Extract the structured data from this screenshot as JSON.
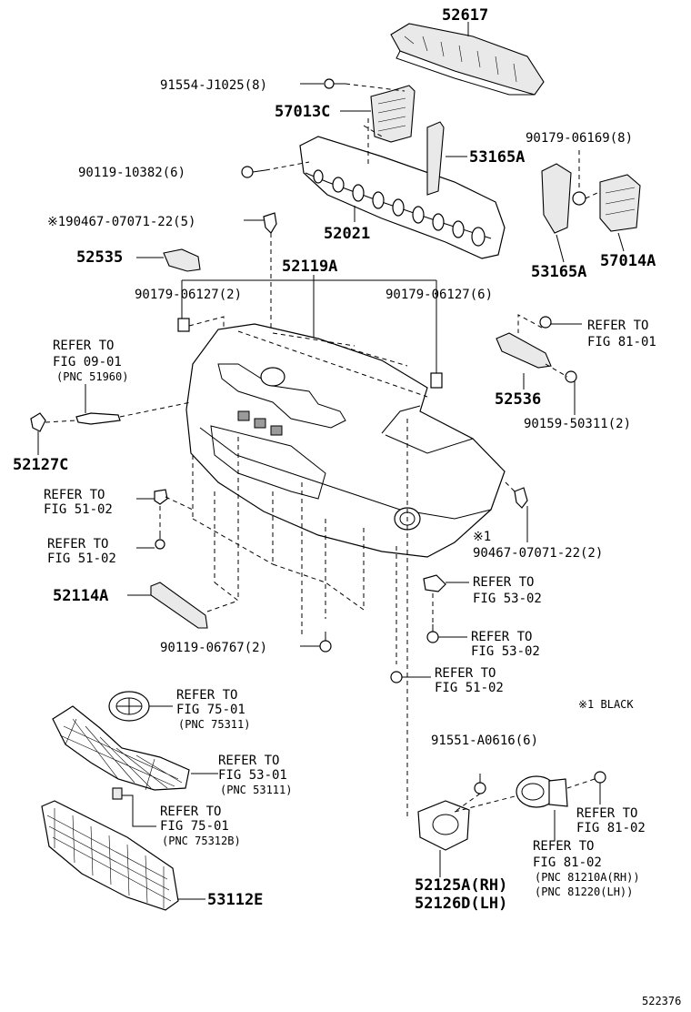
{
  "parts": {
    "p52617": "52617",
    "p91554": "91554-J1025(8)",
    "p57013c": "57013C",
    "p53165a_top": "53165A",
    "p90179_06169": "90179-06169(8)",
    "p90119_10382": "90119-10382(6)",
    "p90467_top": "※190467-07071-22(5)",
    "p52021": "52021",
    "p52535": "52535",
    "p52119a": "52119A",
    "p53165a_right": "53165A",
    "p57014a": "57014A",
    "p90179_06127_l": "90179-06127(2)",
    "p90179_06127_r": "90179-06127(6)",
    "p52536": "52536",
    "p90159": "90159-50311(2)",
    "p52127c": "52127C",
    "p90467_r": "90467-07071-22(2)",
    "p52114a": "52114A",
    "p90119_06767": "90119-06767(2)",
    "p91551": "91551-A0616(6)",
    "p53112e": "53112E",
    "p52125a": "52125A(RH)",
    "p52126d": "52126D(LH)",
    "mark_r": "※1"
  },
  "refs": {
    "r1_l1": "REFER TO",
    "r1_l2": "FIG 09-01",
    "r1_l3": "(PNC 51960)",
    "r2_l1": "REFER TO",
    "r2_l2": "FIG 81-01",
    "r3_l1": "REFER TO",
    "r3_l2": "FIG 51-02",
    "r4_l1": "REFER TO",
    "r4_l2": "FIG 51-02",
    "r5_l1": "REFER TO",
    "r5_l2": "FIG 53-02",
    "r6_l1": "REFER TO",
    "r6_l2": "FIG 53-02",
    "r7_l1": "REFER TO",
    "r7_l2": "FIG 51-02",
    "r8_l1": "REFER TO",
    "r8_l2": "FIG 75-01",
    "r8_l3": "(PNC 75311)",
    "r9_l1": "REFER TO",
    "r9_l2": "FIG 53-01",
    "r9_l3": "(PNC 53111)",
    "r10_l1": "REFER TO",
    "r10_l2": "FIG 75-01",
    "r10_l3": "(PNC 75312B)",
    "r11_l1": "REFER TO",
    "r11_l2": "FIG 81-02",
    "r12_l1": "REFER TO",
    "r12_l2": "FIG 81-02",
    "r12_l3": "(PNC 81210A(RH))",
    "r12_l4": "(PNC 81220(LH))"
  },
  "legend": "※1 BLACK",
  "figure_number": "522376"
}
